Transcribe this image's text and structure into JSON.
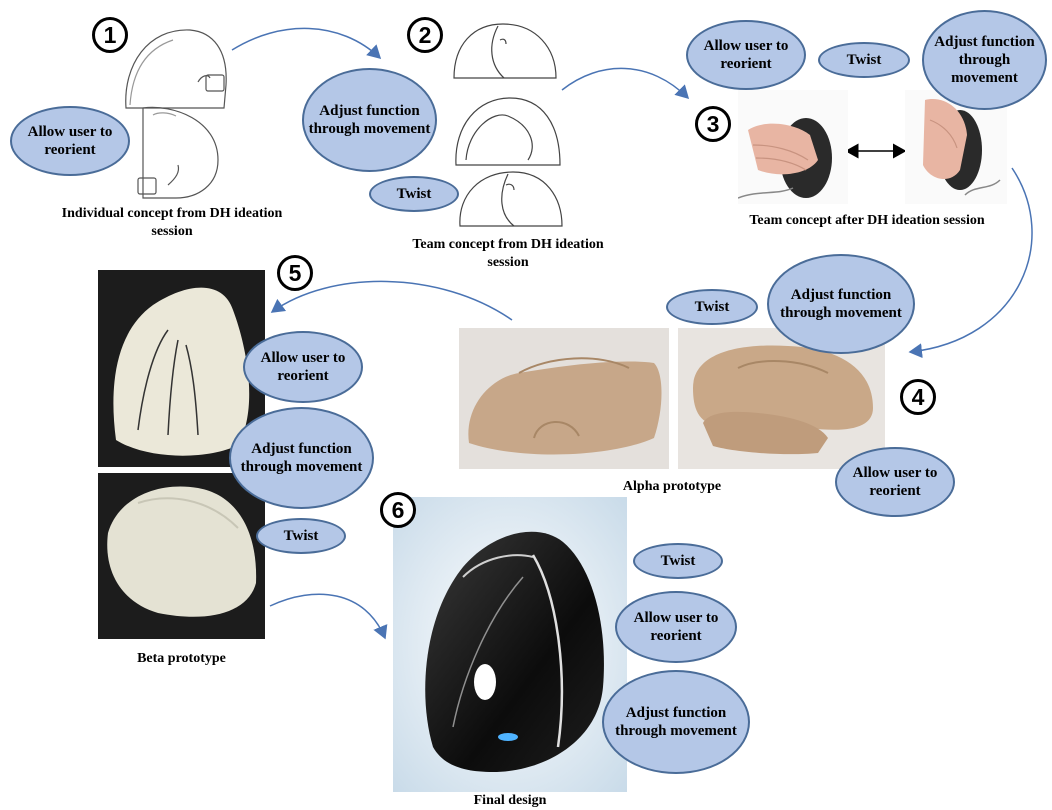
{
  "steps": [
    {
      "number": "1",
      "caption": "Individual concept from DH ideation session"
    },
    {
      "number": "2",
      "caption": "Team concept from DH ideation session"
    },
    {
      "number": "3",
      "caption": "Team concept after DH ideation session"
    },
    {
      "number": "4",
      "caption": "Alpha prototype"
    },
    {
      "number": "5",
      "caption": "Beta prototype"
    },
    {
      "number": "6",
      "caption": "Final design"
    }
  ],
  "labels": {
    "reorient": "Allow user to reorient",
    "adjust": "Adjust function through movement",
    "twist": "Twist"
  },
  "colors": {
    "bubble_fill": "#b4c7e7",
    "bubble_border": "#4a6c98",
    "arrow": "#4a74b4"
  }
}
